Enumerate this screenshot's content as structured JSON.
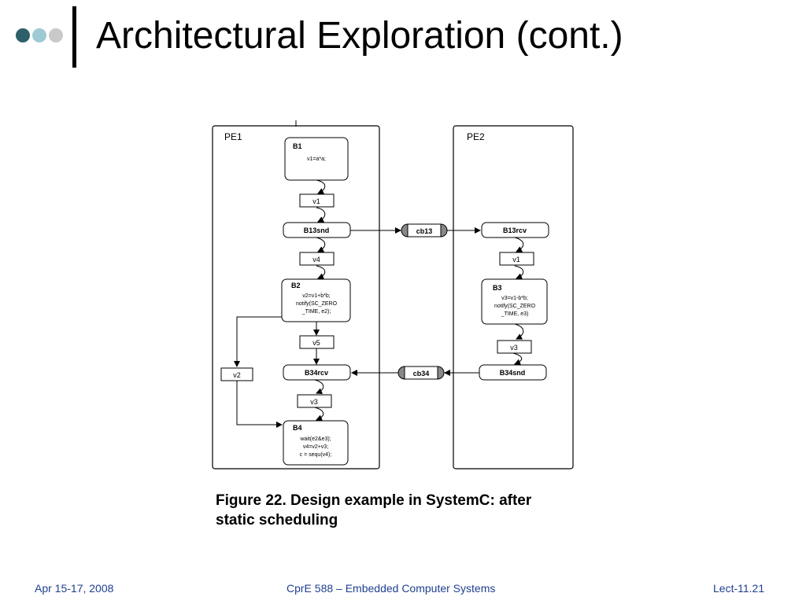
{
  "slide": {
    "title": "Architectural Exploration (cont.)",
    "accent_colors": [
      "#2e5f6a",
      "#9ecad3",
      "#c9c9c9"
    ]
  },
  "diagram": {
    "pe1_label": "PE1",
    "pe2_label": "PE2",
    "b1": {
      "title": "B1",
      "code": [
        "v1=a*a;"
      ]
    },
    "b13snd": "B13snd",
    "cb13": "cb13",
    "b13rcv": "B13rcv",
    "b2": {
      "title": "B2",
      "code": [
        "v2=v1+b*b;",
        "notify(SC_ZERO",
        "_TIME, e2);"
      ]
    },
    "b3": {
      "title": "B3",
      "code": [
        "v3=v1-b*b;",
        "notify(SC_ZERO",
        "_TIME, e3)"
      ]
    },
    "b34rcv": "B34rcv",
    "cb34": "cb34",
    "b34snd": "B34snd",
    "b4": {
      "title": "B4",
      "code": [
        "wait(e2&e3);",
        "v4=v2+v3;",
        "c = sequ(v4);"
      ]
    },
    "vars": {
      "pe1_v1": "v1",
      "pe1_v4": "v4",
      "pe1_v5": "v5",
      "pe1_v3": "v3",
      "side_v2": "v2",
      "pe2_v1": "v1",
      "pe2_v3": "v3"
    }
  },
  "caption": {
    "line1": "Figure 22. Design example in SystemC: after",
    "line2": "static scheduling"
  },
  "footer": {
    "date": "Apr 15-17, 2008",
    "course": "CprE 588 – Embedded Computer Systems",
    "lecture": "Lect-11.21"
  }
}
